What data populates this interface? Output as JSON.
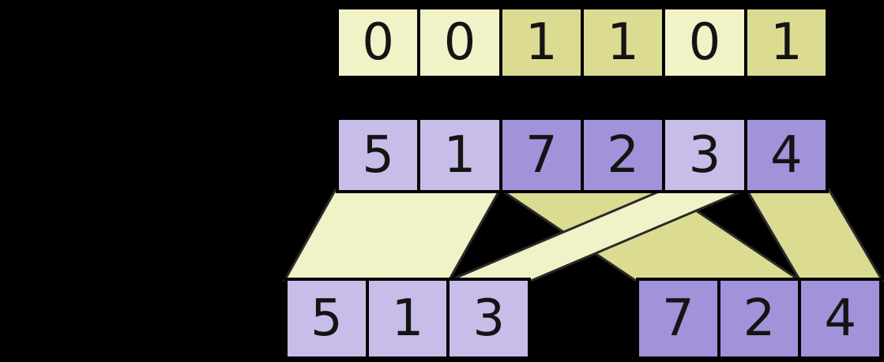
{
  "colors": {
    "background": "#000000",
    "digit": "#141414",
    "flag_false": "#f2f2c8",
    "flag_true": "#dbdc92",
    "value_false": "#c7bde8",
    "value_true": "#a192da",
    "ribbon_light": "#f2f2c8",
    "ribbon_dark": "#dbdc92"
  },
  "flags_array": {
    "values": [
      0,
      0,
      1,
      1,
      0,
      1
    ]
  },
  "input_array": {
    "values": [
      5,
      1,
      7,
      2,
      3,
      4
    ]
  },
  "output_false_array": {
    "values": [
      5,
      1,
      3
    ]
  },
  "output_true_array": {
    "values": [
      7,
      2,
      4
    ]
  }
}
